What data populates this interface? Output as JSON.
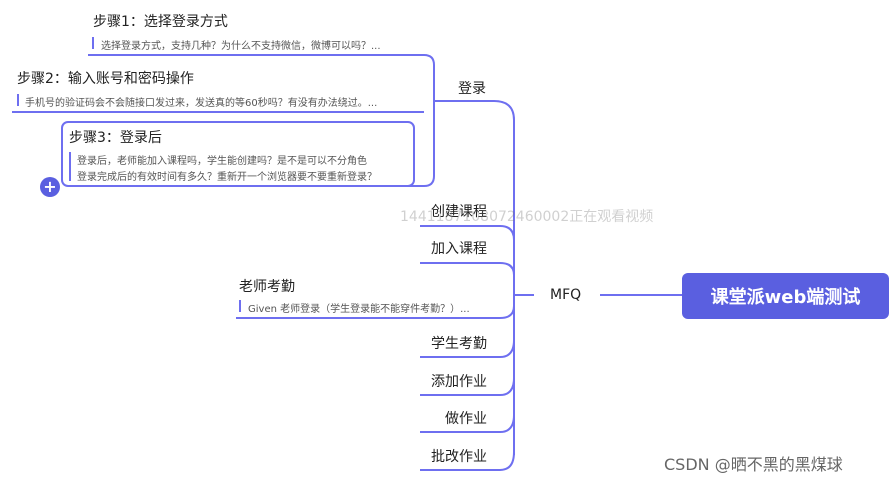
{
  "root": {
    "label": "课堂派web端测试"
  },
  "mfq": {
    "label": "MFQ"
  },
  "login": {
    "label": "登录",
    "steps": [
      {
        "title": "步骤1：选择登录方式",
        "note": "选择登录方式，支持几种？为什么不支持微信，微博可以吗？..."
      },
      {
        "title": "步骤2：输入账号和密码操作",
        "note": "手机号的验证码会不会随接口发过来，发送真的等60秒吗？有没有办法绕过。..."
      },
      {
        "title": "步骤3：登录后",
        "note_lines": [
          "登录后，老师能加入课程吗，学生能创建吗？是不是可以不分角色",
          "登录完成后的有效时间有多久？重新开一个浏览器要不要重新登录？"
        ]
      }
    ]
  },
  "branches": {
    "create_course": "创建课程",
    "join_course": "加入课程",
    "teacher_attendance": {
      "title": "老师考勤",
      "note": "Given 老师登录（学生登录能不能穿件考勤？）..."
    },
    "student_attendance": "学生考勤",
    "add_homework": "添加作业",
    "do_homework": "做作业",
    "grade_homework": "批改作业"
  },
  "overlay": {
    "watermark": "1441187108072460002正在观看视频",
    "credit": "CSDN @晒不黑的黑煤球"
  },
  "colors": {
    "accent": "#5a5fe0",
    "line": "#6e6ff0"
  }
}
